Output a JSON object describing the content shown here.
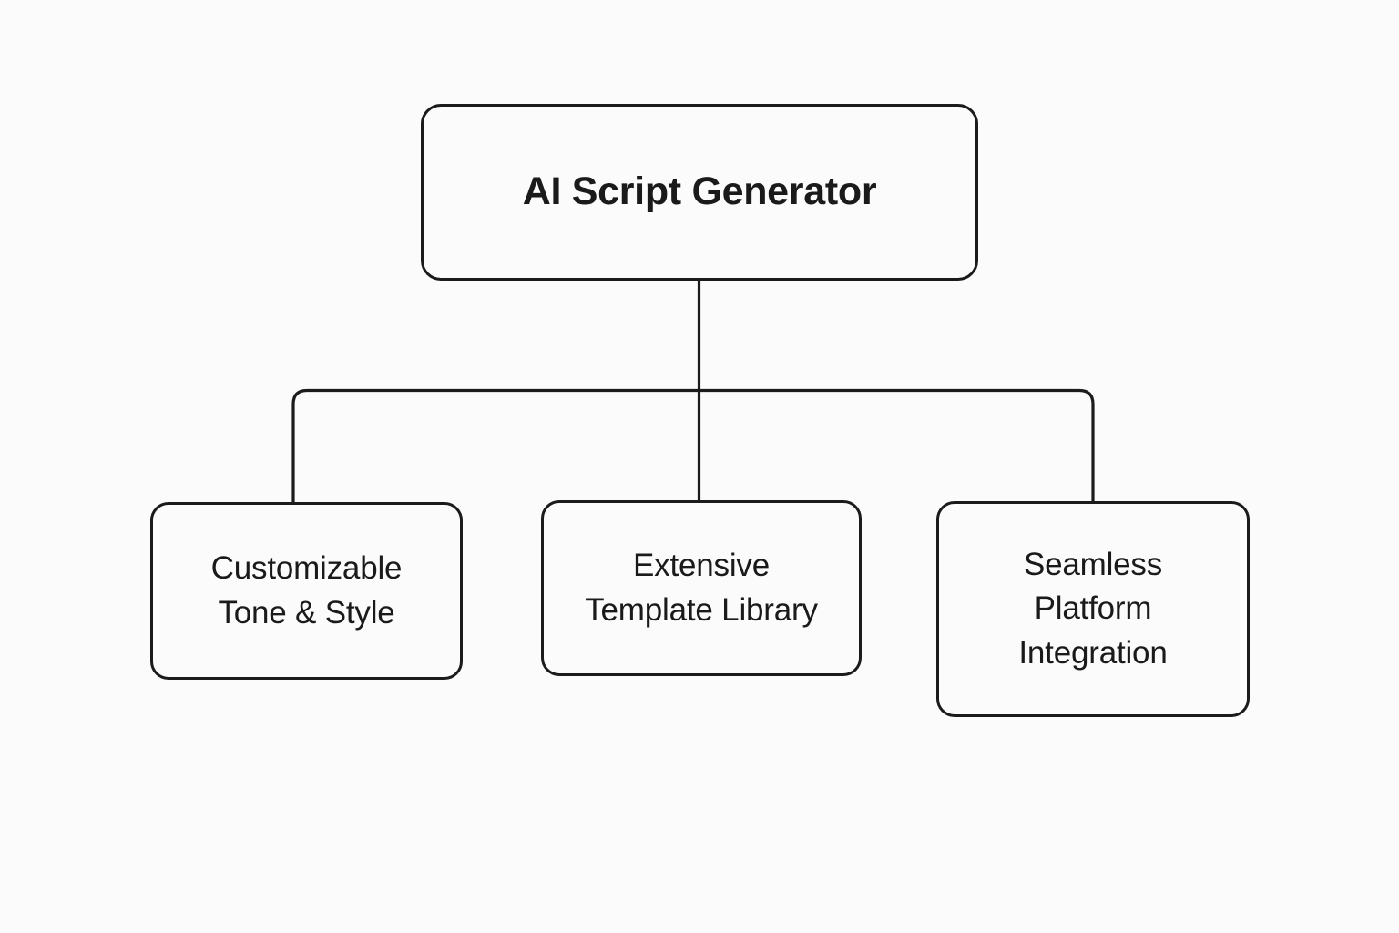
{
  "diagram": {
    "type": "tree",
    "orientation": "top-down",
    "background_color": "#fbfbfb",
    "line_color": "#1b1b1b",
    "text_color": "#1a1a1a",
    "root": {
      "id": "ai-script-generator",
      "label": "AI Script Generator"
    },
    "children": [
      {
        "id": "customizable-tone-style",
        "label": "Customizable\nTone & Style"
      },
      {
        "id": "extensive-template-library",
        "label": "Extensive\nTemplate Library"
      },
      {
        "id": "seamless-platform-integration",
        "label": "Seamless\nPlatform\nIntegration"
      }
    ]
  }
}
